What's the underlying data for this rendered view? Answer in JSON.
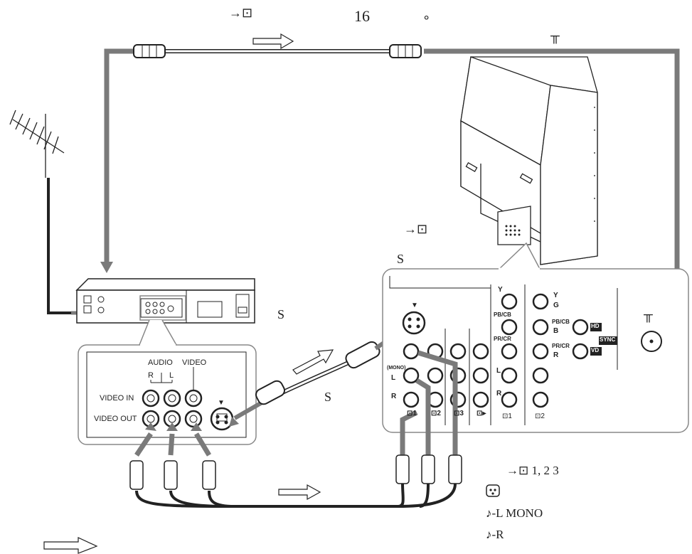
{
  "header": {
    "input_icon_symbol": "→⊡",
    "page_ref_number": "16",
    "page_ref_mark": "∘"
  },
  "labels": {
    "antenna_symbol_top": "╥",
    "antenna_symbol_right": "╥",
    "s_label_tv": "S",
    "s_label_vcr": "S",
    "s_label_cable": "S"
  },
  "vcr_panel": {
    "audio_label": "AUDIO",
    "video_label": "VIDEO",
    "r_label": "R",
    "l_label": "L",
    "video_in_label": "VIDEO IN",
    "video_out_label": "VIDEO OUT",
    "s_marker": "▼"
  },
  "tv_panel": {
    "y1": "Y",
    "pb_cb1": "PB/CB",
    "pr_cr1": "PR/CR",
    "y2": "Y",
    "g": "G",
    "pb_cb2": "PB/CB",
    "b": "B",
    "pr_cr2": "PR/CR",
    "r": "R",
    "hd": "HD",
    "vd": "VD",
    "sync": "SYNC",
    "mono": "(MONO)",
    "l": "L",
    "r2": "R",
    "l2": "L",
    "r3": "R",
    "in1": "⊡1",
    "in2": "⊡2",
    "in3": "⊡3",
    "out": "⊡▸",
    "comp1": "⊡1",
    "comp2": "⊡2",
    "s_marker": "▼"
  },
  "legend": {
    "inputs_line": "→⊡ 1, 2  3",
    "video_line": "",
    "audio_left_line": "♪-L  MONO",
    "audio_right_line": "♪-R"
  },
  "colors": {
    "cable": "#7a7a7a",
    "line": "#222222",
    "panel_border": "#8a8a8a"
  }
}
